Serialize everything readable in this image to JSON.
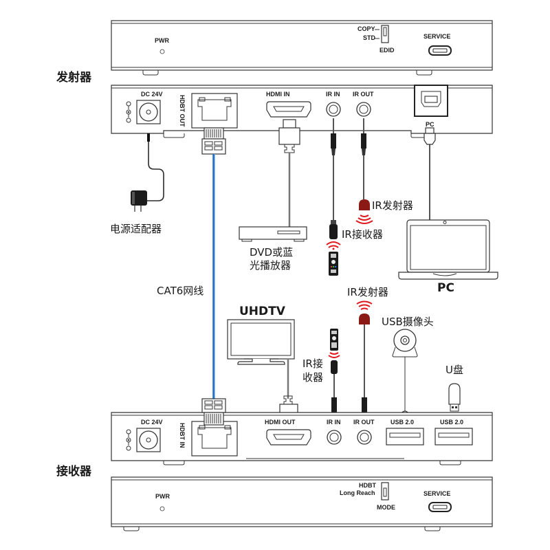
{
  "transmitter": {
    "section_label": "发射器",
    "front": {
      "pwr_label": "PWR",
      "edid_switch": {
        "label": "EDID",
        "positions": [
          "COPY",
          "STD"
        ]
      },
      "service_label": "SERVICE"
    },
    "rear": {
      "dc_label": "DC 24V",
      "hdbt_label": "HDBT OUT",
      "hdmi_label": "HDMI IN",
      "ir_in_label": "IR IN",
      "ir_out_label": "IR OUT",
      "pc_label": "PC"
    }
  },
  "receiver": {
    "section_label": "接收器",
    "front": {
      "pwr_label": "PWR",
      "mode_switch": {
        "label": "MODE",
        "positions": [
          "HDBT",
          "Long Reach"
        ]
      },
      "service_label": "SERVICE"
    },
    "rear": {
      "dc_label": "DC 24V",
      "hdbt_label": "HDBT IN",
      "hdmi_label": "HDMI OUT",
      "ir_in_label": "IR IN",
      "ir_out_label": "IR OUT",
      "usb1_label": "USB 2.0",
      "usb2_label": "USB 2.0"
    }
  },
  "peripherals": {
    "power_adapter": "电源适配器",
    "dvd_player_line1": "DVD或蓝",
    "dvd_player_line2": "光播放器",
    "tx_ir_emitter": "IR发射器",
    "tx_ir_receiver": "IR接收器",
    "pc": "PC",
    "cable": "CAT6网线",
    "tv": "UHDTV",
    "rx_ir_receiver_line1": "IR接",
    "rx_ir_receiver_line2": "收器",
    "rx_ir_emitter": "IR发射器",
    "usb_camera": "USB摄像头",
    "usb_drive": "U盘"
  },
  "colors": {
    "cat6_cable": "#1e6fc0",
    "ir_signal": "#e0191e",
    "ir_emitter": "#8b1a14",
    "outline": "#333333"
  }
}
